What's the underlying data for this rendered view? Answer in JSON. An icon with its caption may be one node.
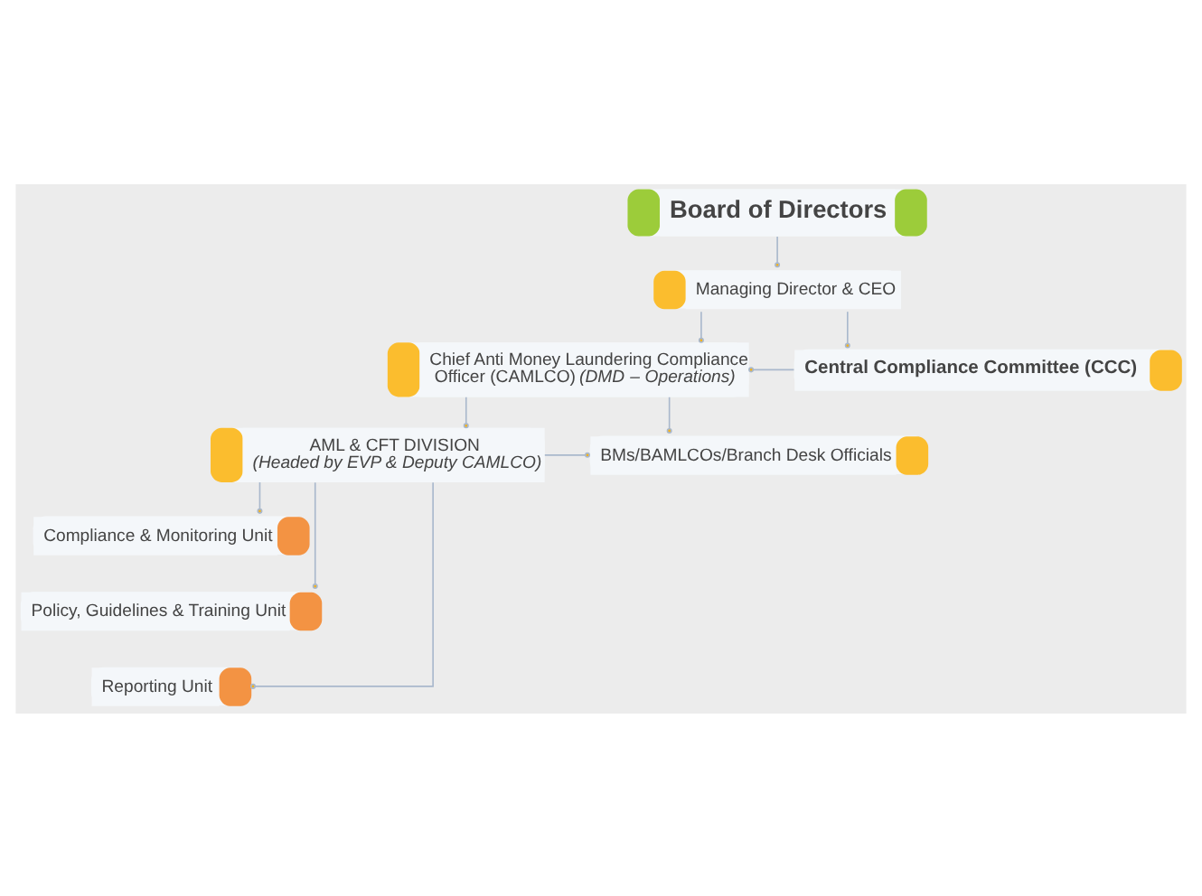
{
  "diagram": {
    "nodes": [
      {
        "text": [
          "Board of Directors"
        ]
      },
      {
        "text": [
          "Managing Director & CEO"
        ]
      },
      {
        "text": [
          "Chief Anti Money Laundering Compliance Officer (CAMLCO) *(DMD – Operations)*"
        ]
      },
      {
        "text": [
          "Central Compliance Committee (CCC)"
        ]
      },
      {
        "text": [
          "AML & CFT DIVISION",
          "(Headed by EVP & Deputy CAMLCO)"
        ]
      },
      {
        "text": [
          "BMs/BAMLCOs/Branch Desk Officials"
        ]
      },
      {
        "text": [
          "Compliance & Monitoring Unit"
        ]
      },
      {
        "text": [
          "Policy, Guidelines & Training Unit"
        ]
      },
      {
        "text": [
          "Reporting Unit"
        ]
      }
    ],
    "edges": [
      {
        "from": 0,
        "to": 1,
        "arrow": "other"
      },
      {
        "from": 1,
        "to": 3,
        "arrow": "other"
      },
      {
        "from": 1,
        "to": 2,
        "arrow": "other"
      },
      {
        "from": 3,
        "to": 2,
        "arrow": "other"
      },
      {
        "from": 2,
        "to": 4,
        "arrow": "other"
      },
      {
        "from": 2,
        "to": 5,
        "arrow": "other"
      },
      {
        "from": 4,
        "to": 5,
        "arrow": "other"
      },
      {
        "from": 4,
        "to": 6,
        "arrow": "other"
      },
      {
        "from": 4,
        "to": 7,
        "arrow": "other"
      },
      {
        "from": 4,
        "to": 8,
        "arrow": "other"
      }
    ]
  }
}
